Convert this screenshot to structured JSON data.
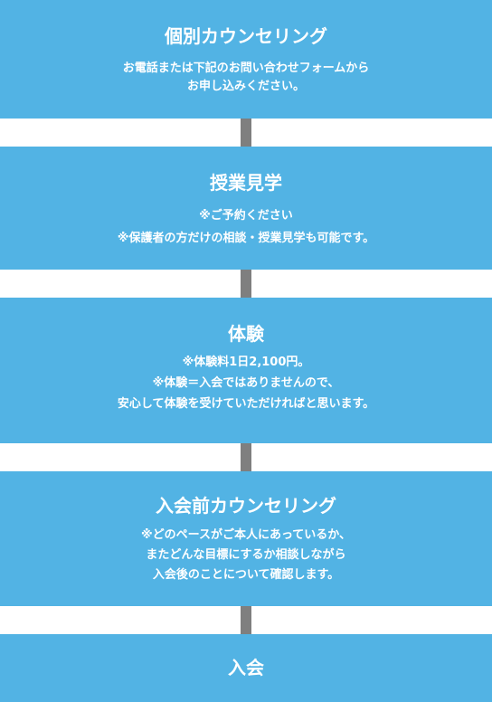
{
  "steps": [
    {
      "title": "個別カウンセリング",
      "description": "お電話または下記のお問い合わせフォームから\nお申し込みください。"
    },
    {
      "title": "授業見学",
      "description": "※ご予約ください\n※保護者の方だけの相談・授業見学も可能です。"
    },
    {
      "title": "体験",
      "description": "※体験料1日2,100円。\n※体験＝入会ではありませんので、\n安心して体験を受けていただければと思います。"
    },
    {
      "title": "入会前カウンセリング",
      "description": "※どのペースがご本人にあっているか、\nまたどんな目標にするか相談しながら\n入会後のことについて確認します。"
    },
    {
      "title": "入会",
      "description": ""
    }
  ],
  "colors": {
    "box": "#52b3e4",
    "connector": "#7f7f7f",
    "text": "#ffffff"
  }
}
